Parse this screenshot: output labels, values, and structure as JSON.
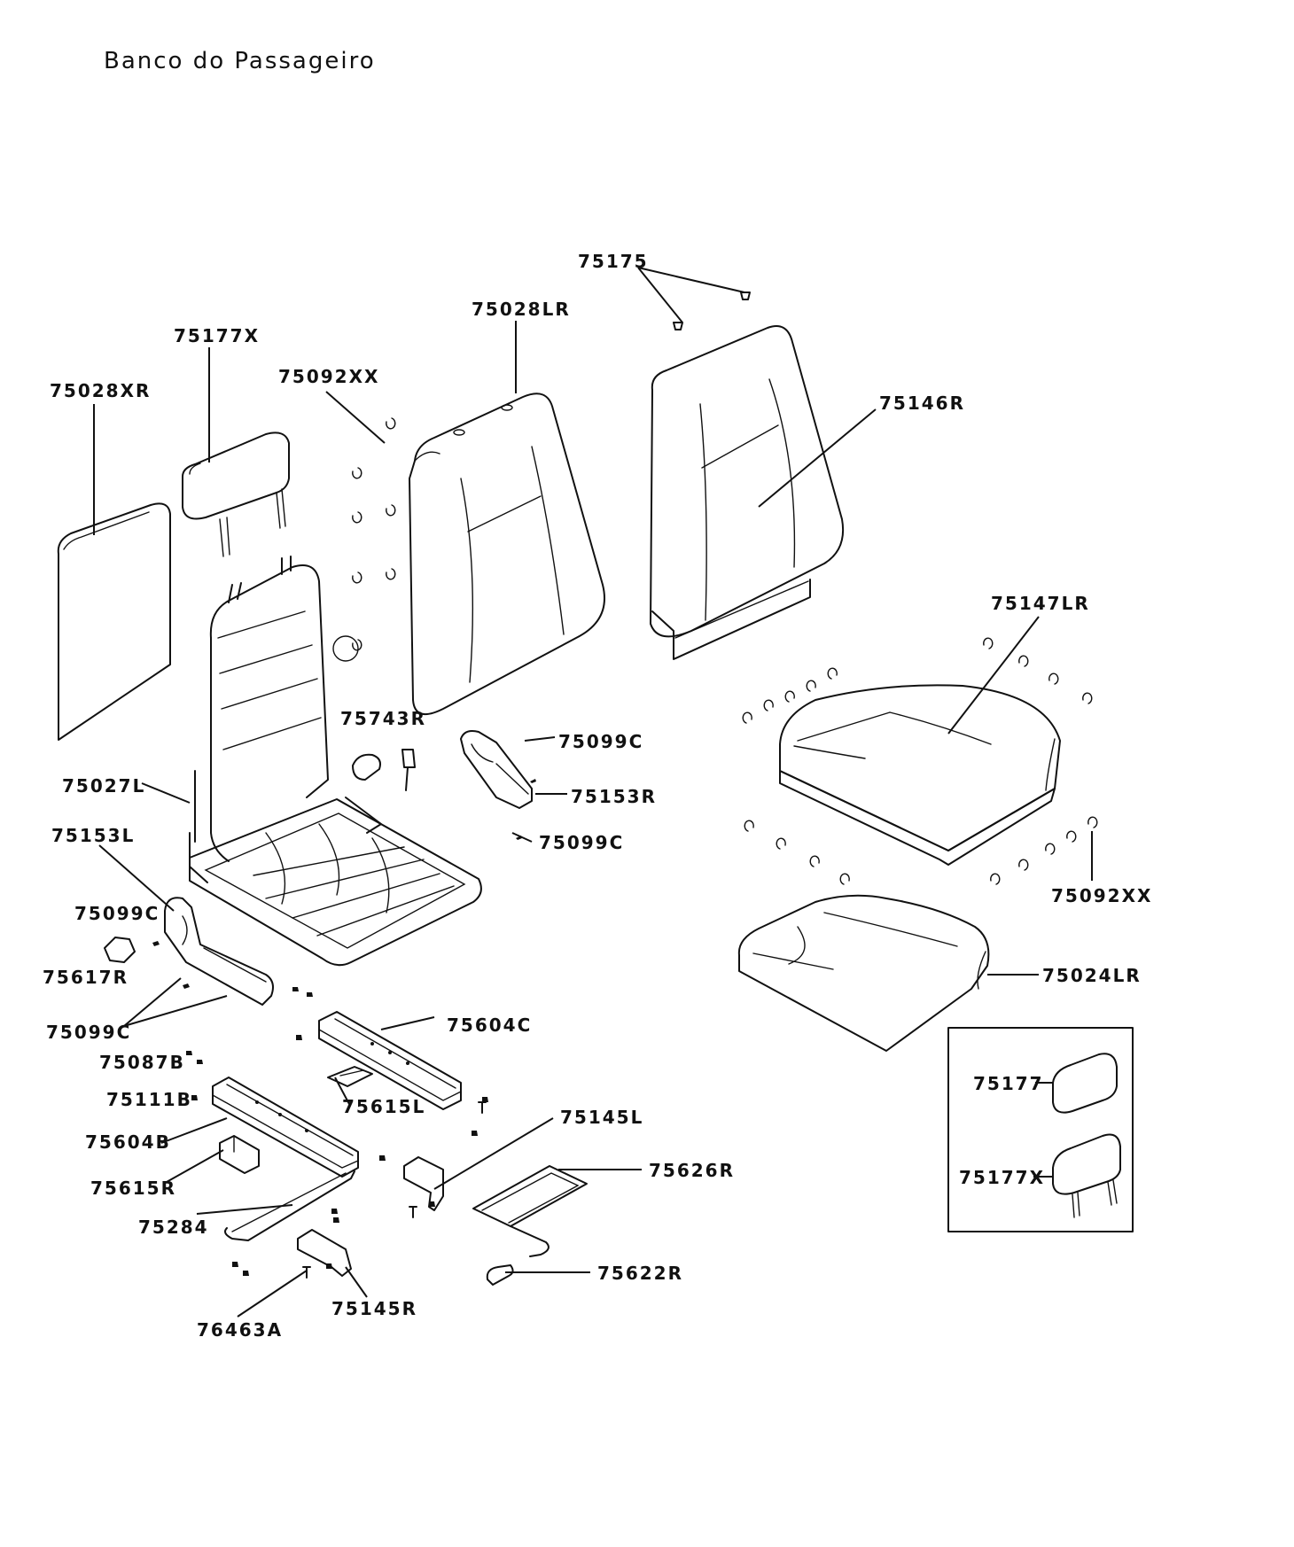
{
  "title": "Banco do Passageiro",
  "labels": {
    "p75175": "75175",
    "p75028LR": "75028LR",
    "p75177X_top": "75177X",
    "p75092XX_top": "75092XX",
    "p75028XR": "75028XR",
    "p75146R": "75146R",
    "p75147LR": "75147LR",
    "p75743R": "75743R",
    "p75099C_a": "75099C",
    "p75153R": "75153R",
    "p75027L": "75027L",
    "p75099C_b": "75099C",
    "p75153L": "75153L",
    "p75099C_c": "75099C",
    "p75617R": "75617R",
    "p75092XX_right": "75092XX",
    "p75024LR": "75024LR",
    "p75099C_d": "75099C",
    "p75604C": "75604C",
    "p75087B": "75087B",
    "p75615L": "75615L",
    "p75111B": "75111B",
    "p75177": "75177",
    "p75145L": "75145L",
    "p75604B": "75604B",
    "p75626R": "75626R",
    "p75615R": "75615R",
    "p75177X_box": "75177X",
    "p75284": "75284",
    "p75622R": "75622R",
    "p75145R": "75145R",
    "p76463A": "76463A"
  },
  "colors": {
    "line": "#111111",
    "background": "#ffffff"
  }
}
